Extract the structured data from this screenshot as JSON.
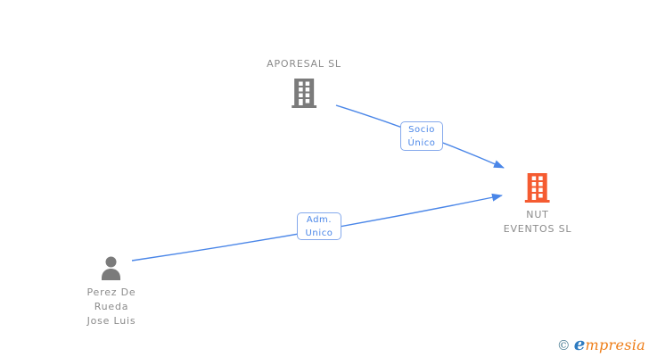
{
  "diagram": {
    "nodes": {
      "aporesal": {
        "label": "APORESAL SL",
        "type": "company"
      },
      "nut": {
        "label_line1": "NUT",
        "label_line2": "EVENTOS SL",
        "type": "company"
      },
      "person": {
        "label_line1": "Perez De",
        "label_line2": "Rueda",
        "label_line3": "Jose Luis",
        "type": "person"
      }
    },
    "edges": [
      {
        "from": "APORESAL SL",
        "to": "NUT EVENTOS SL",
        "label_line1": "Socio",
        "label_line2": "Único"
      },
      {
        "from": "Perez De Rueda Jose Luis",
        "to": "NUT EVENTOS SL",
        "label_line1": "Adm.",
        "label_line2": "Unico"
      }
    ],
    "colors": {
      "edge_blue": "#4a86e8",
      "label_border": "#85a9ec",
      "label_text": "#4a86e8",
      "gray_icon": "#7b7b7b",
      "gray_text": "#8b8b8b",
      "orange_icon": "#f55b31",
      "logo_copyright": "#4d7e95",
      "logo_e": "#2e7bc0",
      "logo_rest": "#ee7d17"
    }
  },
  "footer": {
    "copyright": "©",
    "logo_e": "e",
    "logo_rest": "mpresia"
  }
}
